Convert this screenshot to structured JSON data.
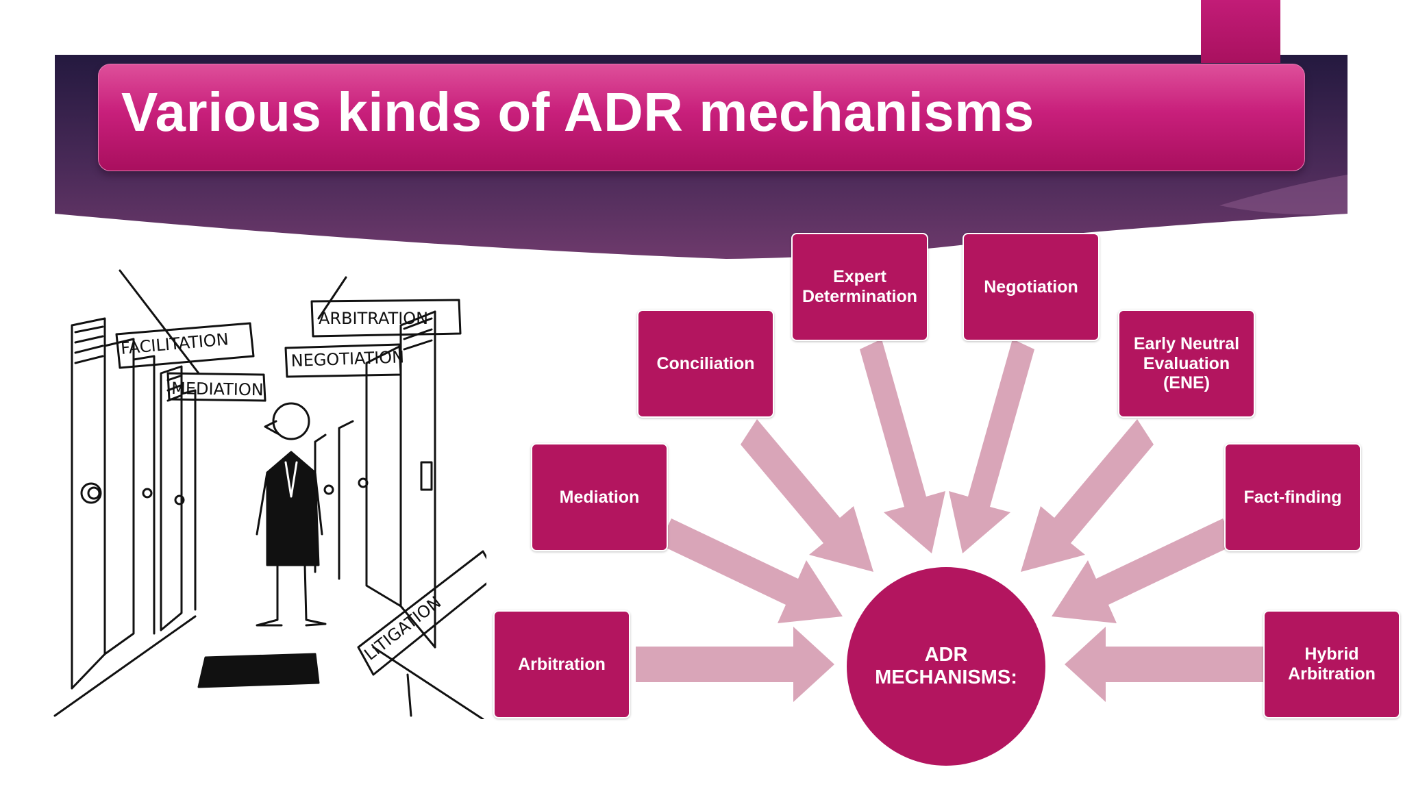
{
  "slide": {
    "title": "Various kinds of ADR mechanisms"
  },
  "cartoon": {
    "signs": {
      "facilitation": "FACILITATION",
      "mediation": "MEDIATION",
      "arbitration": "ARBITRATION",
      "negotiation": "NEGOTIATION",
      "litigation": "LITIGATION"
    }
  },
  "diagram": {
    "hub": "ADR MECHANISMS:",
    "nodes": {
      "arbitration": "Arbitration",
      "mediation": "Mediation",
      "conciliation": "Conciliation",
      "expert_determination": "Expert Determination",
      "negotiation": "Negotiation",
      "early_neutral_evaluation": "Early Neutral Evaluation (ENE)",
      "fact_finding": "Fact-finding",
      "hybrid_arbitration": "Hybrid Arbitration"
    }
  },
  "colors": {
    "magenta": "#b3155f",
    "arrow": "#d9a5b8",
    "header_dark": "#2e1c4a",
    "header_light": "#6b3a6b"
  }
}
